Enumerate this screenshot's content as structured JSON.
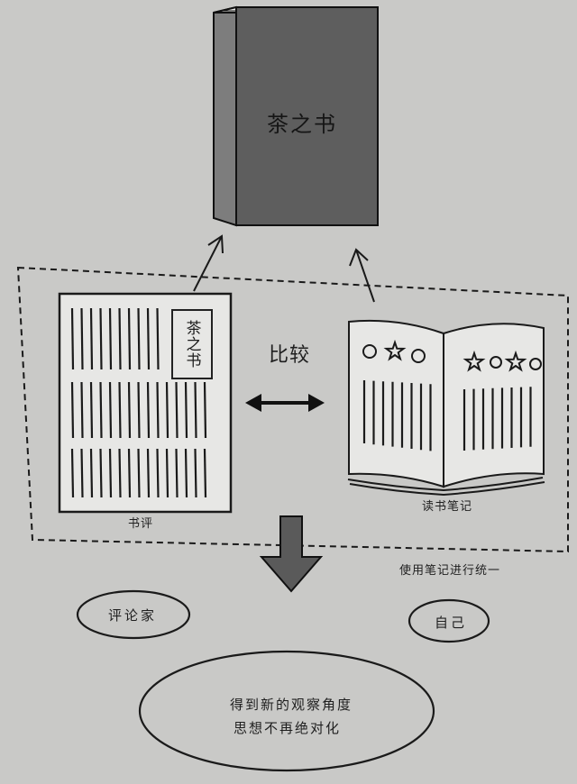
{
  "book": {
    "title": "茶之书",
    "color": "#5e5e5e"
  },
  "review": {
    "inset_title": "茶之书",
    "label": "书评"
  },
  "notes": {
    "label": "读书笔记"
  },
  "compare": {
    "label": "比较"
  },
  "unify": {
    "label": "使用笔记进行统一"
  },
  "perspectives": {
    "critic": "评论家",
    "self": "自己"
  },
  "result": {
    "line1": "得到新的观察角度",
    "line2": "思想不再绝对化"
  },
  "colors": {
    "paper": "#c9c9c7",
    "page": "#e7e7e5",
    "ink": "#1a1a1a",
    "down_arrow": "#5a5a5a"
  }
}
